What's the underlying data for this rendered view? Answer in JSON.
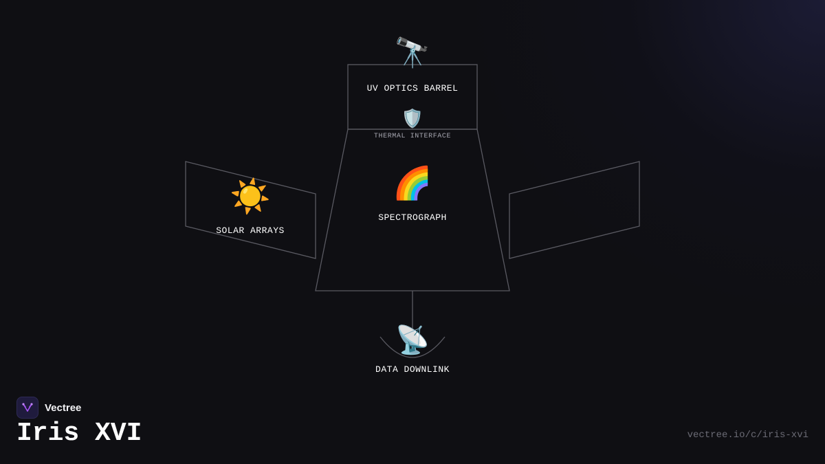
{
  "diagram": {
    "nodes": {
      "uv_optics": {
        "label": "UV OPTICS BARREL",
        "icon": "telescope-icon",
        "glyph": "🔭"
      },
      "thermal": {
        "label": "THERMAL INTERFACE",
        "icon": "shield-icon",
        "glyph": "🛡️"
      },
      "spectrograph": {
        "label": "SPECTROGRAPH",
        "icon": "rainbow-icon",
        "glyph": "🌈"
      },
      "solar": {
        "label": "SOLAR ARRAYS",
        "icon": "sun-icon",
        "glyph": "☀️"
      },
      "downlink": {
        "label": "DATA DOWNLINK",
        "icon": "satellite-dish-icon",
        "glyph": "📡"
      }
    },
    "stroke_color": "#5a5a62"
  },
  "footer": {
    "brand_name": "Vectree",
    "brand_color": "#a855f7",
    "title": "Iris XVI",
    "url": "vectree.io/c/iris-xvi"
  }
}
